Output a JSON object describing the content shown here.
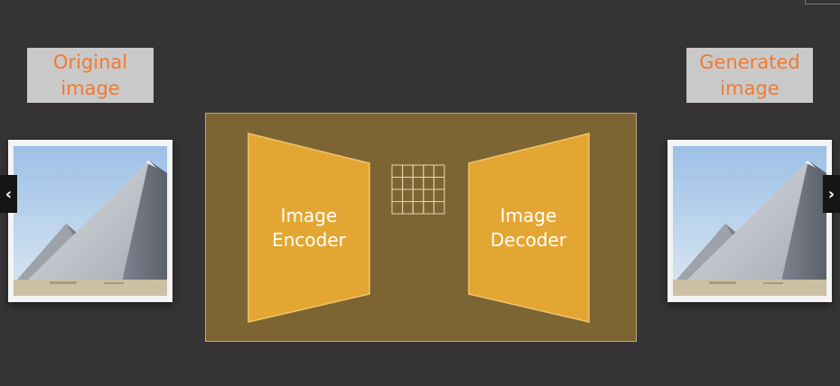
{
  "labels": {
    "original_line1": "Original",
    "original_line2": "image",
    "generated_line1": "Generated",
    "generated_line2": "image"
  },
  "model": {
    "encoder_line1": "Image",
    "encoder_line2": "Encoder",
    "decoder_line1": "Image",
    "decoder_line2": "Decoder",
    "latent_grid_rows": 4,
    "latent_grid_cols": 5
  },
  "navigation": {
    "prev_icon": "chevron-left-icon",
    "next_icon": "chevron-right-icon",
    "prev_glyph": "‹",
    "next_glyph": "›"
  },
  "colors": {
    "background": "#363335",
    "label_text": "#f27a2f",
    "label_bg": "#c9c9c9",
    "model_bg": "#7d6533",
    "block_fill": "#e3a632"
  }
}
